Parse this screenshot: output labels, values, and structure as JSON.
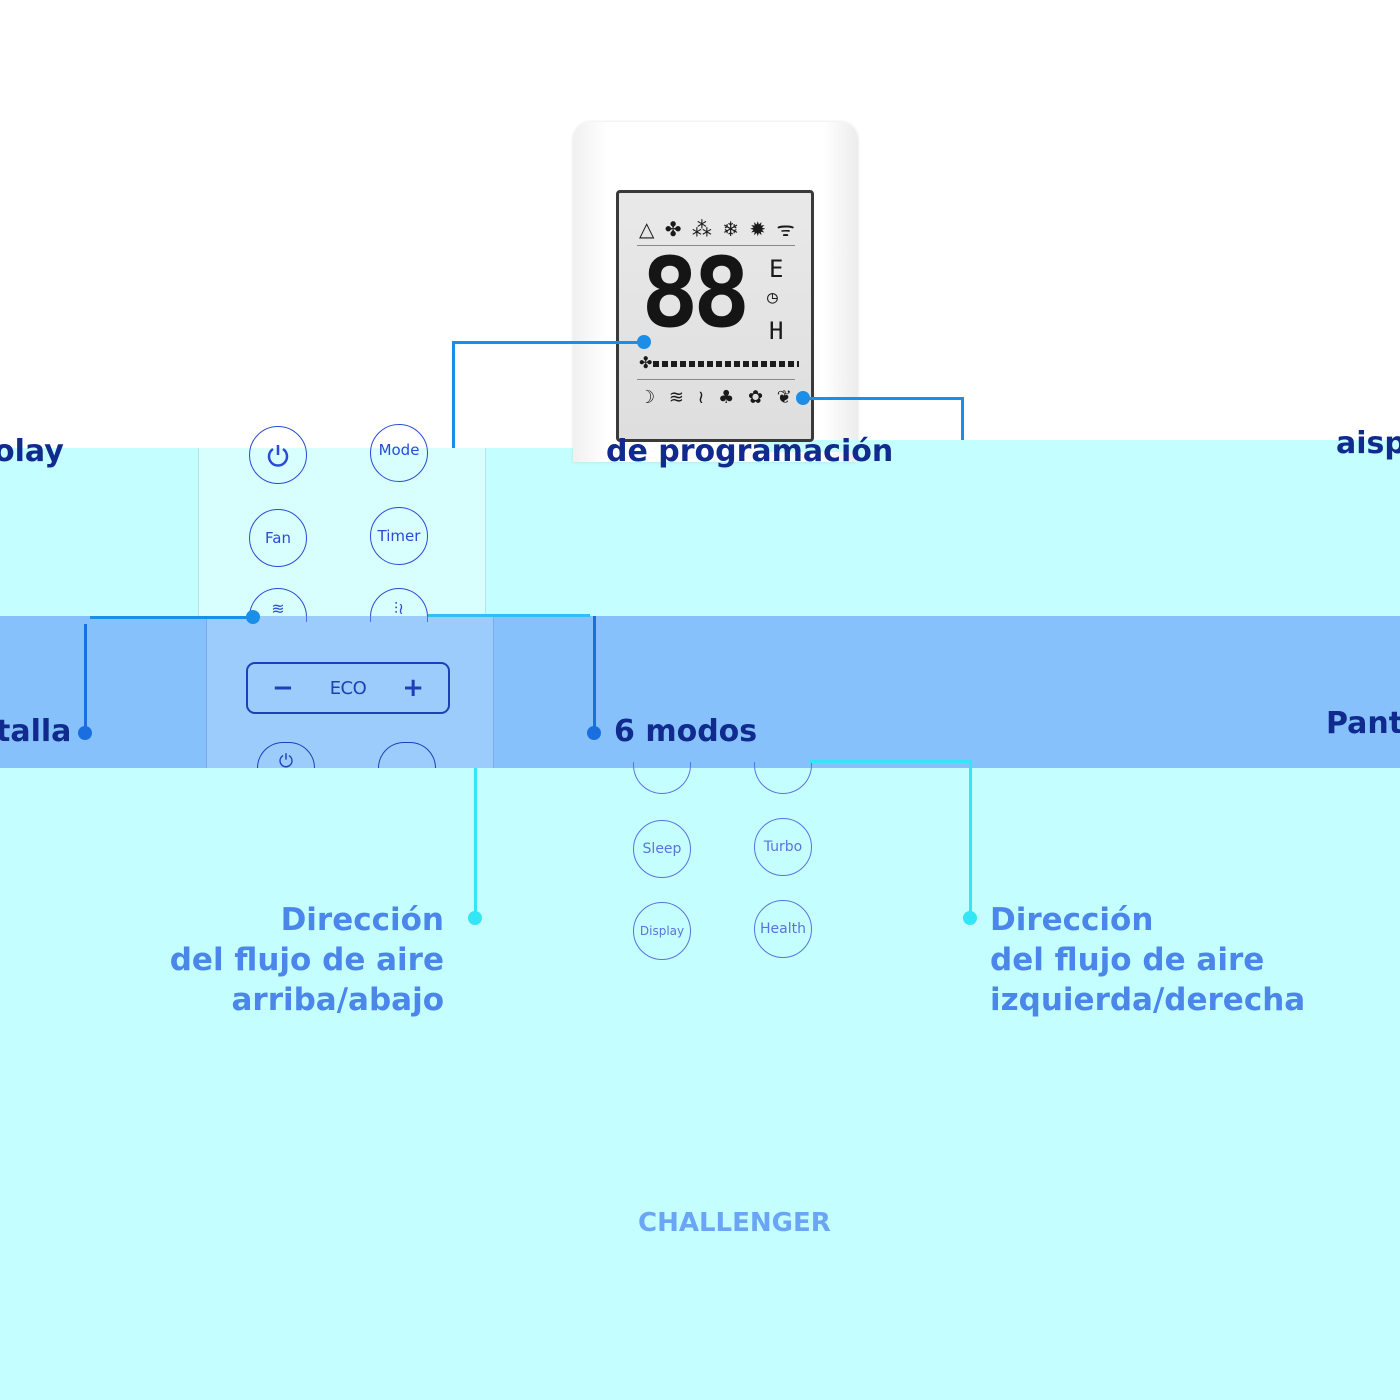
{
  "remote": {
    "lcd_icons_top": "△ ✤ ⁂ ❄ ✹ ᯤ",
    "lcd_digits": "88",
    "lcd_side_e": "E",
    "lcd_side_h": "H",
    "lcd_fan_symbol": "✤",
    "lcd_icons_bottom": "☽ ≋ ≀ ♣ ✿ ❦",
    "buttons": {
      "mode": "Mode",
      "fan": "Fan",
      "timer": "Timer",
      "eco": "ECO",
      "eco_minus": "−",
      "eco_plus": "+",
      "sleep": "Sleep",
      "turbo": "Turbo",
      "display": "Display",
      "health": "Health"
    }
  },
  "labels": {
    "left_top_fragment": "olay",
    "programming": "de programación",
    "right_top_fragment": "aisp",
    "left_mid_fragment": "talla",
    "six_modes": "6 modos",
    "right_mid_fragment": "Pant",
    "updown": [
      "Dirección",
      "del flujo de aire",
      "arriba/abajo"
    ],
    "leftright": [
      "Dirección",
      "del flujo de aire",
      "izquierda/derecha"
    ]
  },
  "brand": "CHALLENGER",
  "colors": {
    "cyan_band": "#c4fefe",
    "blue_band": "#86c1fb",
    "dark_label": "#102a8e",
    "light_label": "#4b86ea",
    "connector_blue": "#1a8ee8",
    "connector_cyan": "#33e6f5"
  }
}
